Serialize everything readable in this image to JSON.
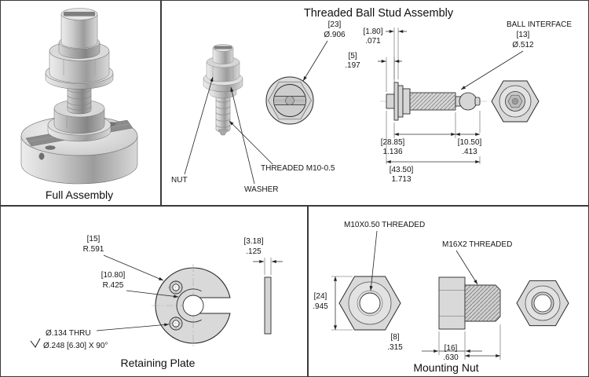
{
  "panels": {
    "full_assembly": {
      "caption": "Full Assembly"
    },
    "ball_stud": {
      "title": "Threaded Ball Stud Assembly",
      "labels": {
        "nut": "NUT",
        "washer": "WASHER",
        "thread": "THREADED M10-0.5",
        "ball_interface": "BALL INTERFACE"
      },
      "dims": {
        "head_dia": {
          "mm": "[23]",
          "inch": "Ø.906"
        },
        "flange_thickness": {
          "mm": "[1.80]",
          "inch": ".071"
        },
        "tip_length": {
          "mm": "[5]",
          "inch": ".197"
        },
        "ball_dia": {
          "mm": "[13]",
          "inch": "Ø.512"
        },
        "thread_length": {
          "mm": "[28.85]",
          "inch": "1.136"
        },
        "ball_length": {
          "mm": "[10.50]",
          "inch": ".413"
        },
        "overall_length": {
          "mm": "[43.50]",
          "inch": "1.713"
        }
      }
    },
    "retaining_plate": {
      "caption": "Retaining Plate",
      "dims": {
        "outer_radius": {
          "mm": "[15]",
          "inch": "R.591"
        },
        "slot_radius": {
          "mm": "[10.80]",
          "inch": "R.425"
        },
        "thickness": {
          "mm": "[3.18]",
          "inch": ".125"
        },
        "hole_note": "Ø.134 THRU",
        "csk_note": "Ø.248 [6.30]  X 90°"
      }
    },
    "mounting_nut": {
      "caption": "Mounting Nut",
      "labels": {
        "internal_thread": "M10X0.50 THREADED",
        "external_thread": "M16X2 THREADED"
      },
      "dims": {
        "width_flats": {
          "mm": "[24]",
          "inch": ".945"
        },
        "hex_thickness": {
          "mm": "[8]",
          "inch": ".315"
        },
        "thread_length": {
          "mm": "[16]",
          "inch": ".630"
        }
      }
    }
  }
}
